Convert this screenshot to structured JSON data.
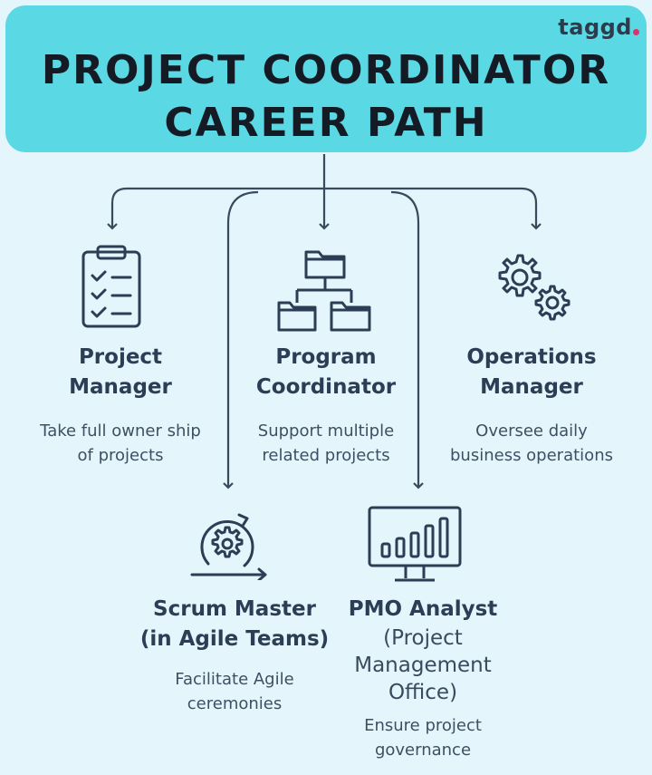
{
  "brand": {
    "logo_text": "taggd"
  },
  "title": {
    "line1": "PROJECT COORDINATOR",
    "line2": "CAREER PATH"
  },
  "roles": [
    {
      "name_line1": "Project",
      "name_line2": "Manager",
      "desc_line1": "Take full owner ship",
      "desc_line2": "of projects",
      "icon": "clipboard-checklist-icon"
    },
    {
      "name_line1": "Program",
      "name_line2": "Coordinator",
      "desc_line1": "Support multiple",
      "desc_line2": "related projects",
      "icon": "folder-hierarchy-icon"
    },
    {
      "name_line1": "Operations",
      "name_line2": "Manager",
      "desc_line1": "Oversee daily",
      "desc_line2": "business operations",
      "icon": "gears-icon"
    },
    {
      "name_line1": "Scrum Master",
      "name_line2": "(in Agile Teams)",
      "desc_line1": "Facilitate Agile",
      "desc_line2": "ceremonies",
      "icon": "agile-cycle-gear-icon"
    },
    {
      "name_line1": "PMO Analyst",
      "sub_line1": "(Project",
      "sub_line2": "Management",
      "sub_line3": "Office)",
      "desc_line1": "Ensure project",
      "desc_line2": "governance",
      "icon": "monitor-bar-chart-icon"
    }
  ],
  "colors": {
    "header": "#5ad9e5",
    "background": "#e4f6fb",
    "ink": "#2c3e55",
    "brand_dot": "#e0306a"
  }
}
